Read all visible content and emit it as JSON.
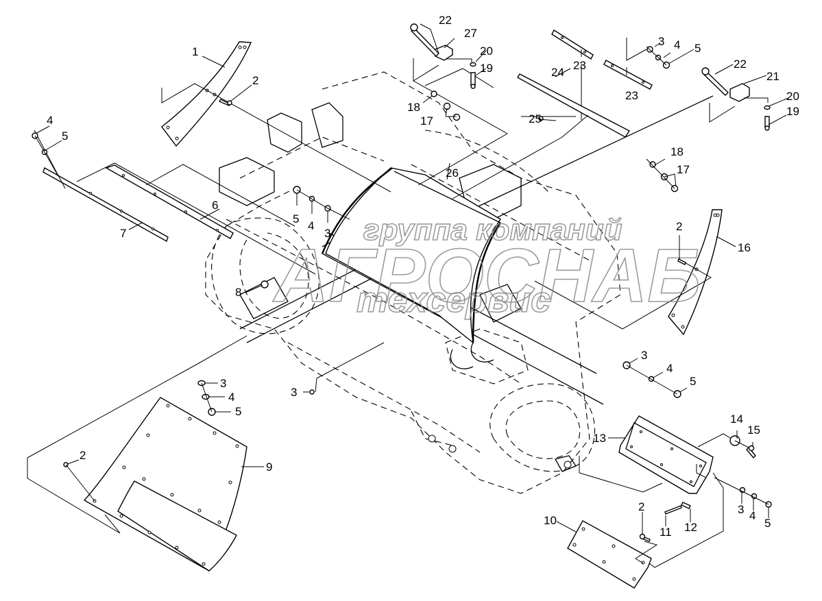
{
  "diagram": {
    "type": "exploded parts diagram",
    "subject": "machine frame with guards, panels and fasteners",
    "watermark": {
      "line1": "группа компаний",
      "line2": "АГРОСНАБ",
      "line3": "техсервис",
      "color": "#8a8a8a"
    },
    "callouts": [
      {
        "id": "c1",
        "number": "1",
        "part": "curved guard (left)"
      },
      {
        "id": "c2a",
        "number": "2",
        "part": "screw"
      },
      {
        "id": "c4a",
        "number": "4",
        "part": "lock washer"
      },
      {
        "id": "c5a",
        "number": "5",
        "part": "nut"
      },
      {
        "id": "c6",
        "number": "6",
        "part": "strip"
      },
      {
        "id": "c7",
        "number": "7",
        "part": "strip"
      },
      {
        "id": "c5b",
        "number": "5",
        "part": "nut"
      },
      {
        "id": "c4b",
        "number": "4",
        "part": "lock washer"
      },
      {
        "id": "c3b",
        "number": "3",
        "part": "flat washer"
      },
      {
        "id": "c8",
        "number": "8",
        "part": "bolt"
      },
      {
        "id": "c22a",
        "number": "22",
        "part": "bolt"
      },
      {
        "id": "c27",
        "number": "27",
        "part": "bracket"
      },
      {
        "id": "c20a",
        "number": "20",
        "part": "washer"
      },
      {
        "id": "c19a",
        "number": "19",
        "part": "bolt"
      },
      {
        "id": "c18a",
        "number": "18",
        "part": "nut"
      },
      {
        "id": "c17a",
        "number": "17",
        "part": "nuts"
      },
      {
        "id": "c23a",
        "number": "23",
        "part": "strip"
      },
      {
        "id": "c24",
        "number": "24",
        "part": "plate"
      },
      {
        "id": "c23b",
        "number": "23",
        "part": "strip"
      },
      {
        "id": "c25",
        "number": "25",
        "part": "rivet"
      },
      {
        "id": "c3c",
        "number": "3",
        "part": "flat washer"
      },
      {
        "id": "c4c",
        "number": "4",
        "part": "lock washer"
      },
      {
        "id": "c5c",
        "number": "5",
        "part": "nut"
      },
      {
        "id": "c22b",
        "number": "22",
        "part": "bolt"
      },
      {
        "id": "c21",
        "number": "21",
        "part": "bracket"
      },
      {
        "id": "c20b",
        "number": "20",
        "part": "washer"
      },
      {
        "id": "c19b",
        "number": "19",
        "part": "bolt"
      },
      {
        "id": "c26",
        "number": "26",
        "part": "curved panel"
      },
      {
        "id": "c18b",
        "number": "18",
        "part": "nut"
      },
      {
        "id": "c17b",
        "number": "17",
        "part": "nuts"
      },
      {
        "id": "c2b",
        "number": "2",
        "part": "screw"
      },
      {
        "id": "c16",
        "number": "16",
        "part": "curved guard (right)"
      },
      {
        "id": "c3d",
        "number": "3",
        "part": "flat washer"
      },
      {
        "id": "c4d",
        "number": "4",
        "part": "lock washer"
      },
      {
        "id": "c5d",
        "number": "5",
        "part": "nut"
      },
      {
        "id": "c3e",
        "number": "3",
        "part": "flat washer"
      },
      {
        "id": "c4e",
        "number": "4",
        "part": "lock washer"
      },
      {
        "id": "c5e",
        "number": "5",
        "part": "nut"
      },
      {
        "id": "c3f",
        "number": "3",
        "part": "washer"
      },
      {
        "id": "c2c",
        "number": "2",
        "part": "screw"
      },
      {
        "id": "c9",
        "number": "9",
        "part": "cover panel"
      },
      {
        "id": "c13",
        "number": "13",
        "part": "cover plate"
      },
      {
        "id": "c14",
        "number": "14",
        "part": "knob"
      },
      {
        "id": "c15",
        "number": "15",
        "part": "wing screw"
      },
      {
        "id": "c3g",
        "number": "3",
        "part": "washer"
      },
      {
        "id": "c4g",
        "number": "4",
        "part": "lock washer"
      },
      {
        "id": "c5g",
        "number": "5",
        "part": "nut"
      },
      {
        "id": "c2d",
        "number": "2",
        "part": "screw"
      },
      {
        "id": "c11",
        "number": "11",
        "part": "pin"
      },
      {
        "id": "c12",
        "number": "12",
        "part": "spacer"
      },
      {
        "id": "c10",
        "number": "10",
        "part": "plate"
      }
    ]
  }
}
